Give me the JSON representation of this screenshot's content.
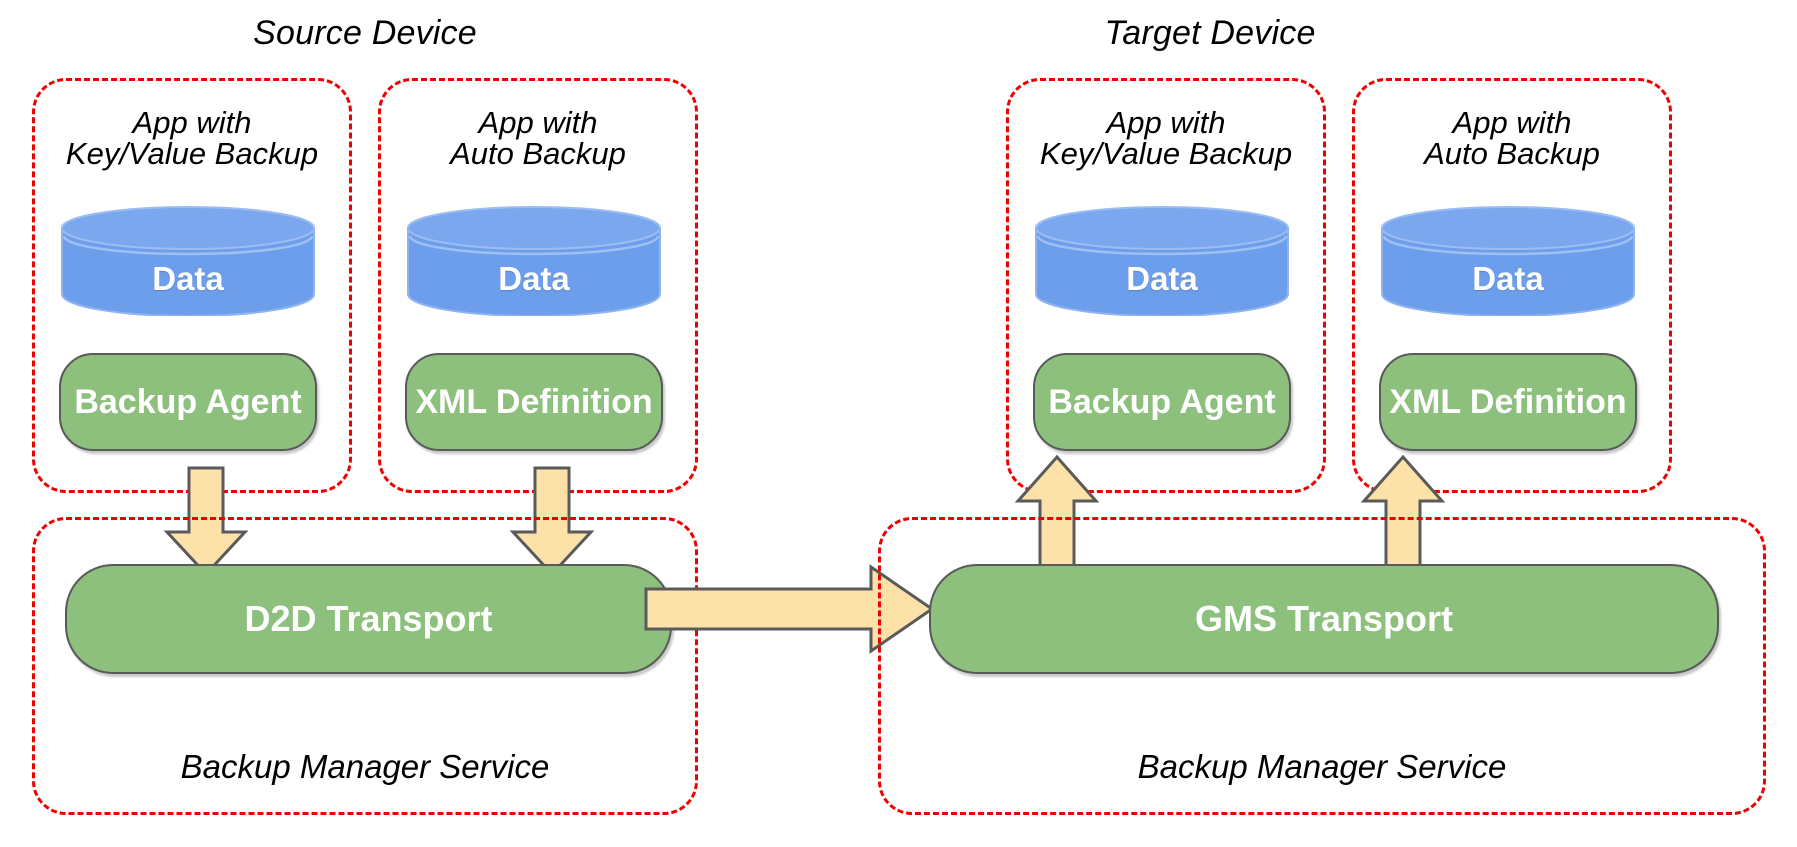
{
  "diagram": {
    "title_source": "Source Device",
    "title_target": "Target Device",
    "colors": {
      "dashed_border": "#ef0000",
      "cylinder_fill": "#6d9eeb",
      "cylinder_top": "#7ba7ee",
      "pill_fill": "#8cc07c",
      "pill_stroke": "#5a5a5a",
      "arrow_fill": "#fce2a9",
      "arrow_stroke": "#5a5a5a",
      "text_on_fill": "#ffffff",
      "text_plain": "#000000"
    }
  },
  "source": {
    "heading": "Source Device",
    "apps": [
      {
        "label": "App with\nKey/Value Backup",
        "data_label": "Data",
        "component_label": "Backup Agent",
        "arrow_direction": "down"
      },
      {
        "label": "App with\nAuto Backup",
        "data_label": "Data",
        "component_label": "XML Definition",
        "arrow_direction": "down"
      }
    ],
    "service": {
      "transport_label": "D2D Transport",
      "service_label": "Backup Manager Service"
    }
  },
  "target": {
    "heading": "Target Device",
    "apps": [
      {
        "label": "App with\nKey/Value Backup",
        "data_label": "Data",
        "component_label": "Backup Agent",
        "arrow_direction": "up"
      },
      {
        "label": "App with\nAuto Backup",
        "data_label": "Data",
        "component_label": "XML Definition",
        "arrow_direction": "up"
      }
    ],
    "service": {
      "transport_label": "GMS Transport",
      "service_label": "Backup Manager Service"
    }
  },
  "transfer_arrow": {
    "direction": "right",
    "from": "D2D Transport",
    "to": "GMS Transport"
  }
}
